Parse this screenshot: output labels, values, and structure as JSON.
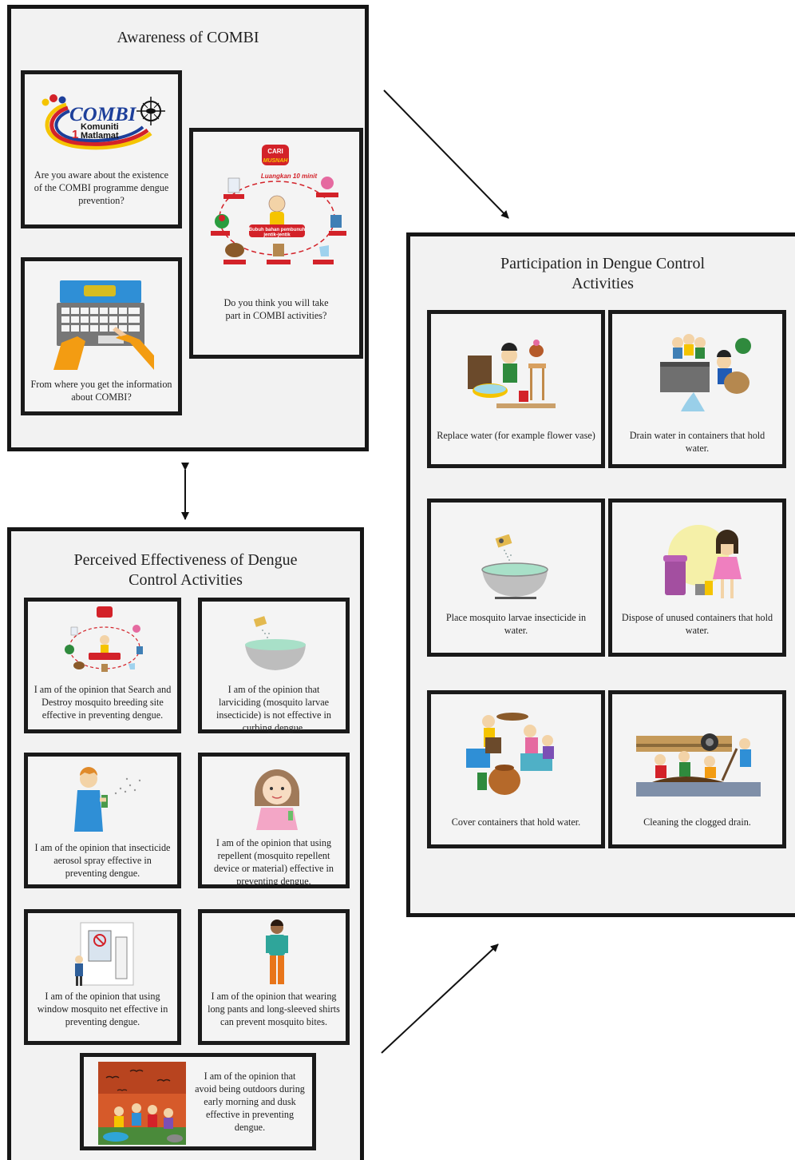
{
  "awareness": {
    "title": "Awareness of COMBI",
    "logo": {
      "brand": "COMBI",
      "line1": "Komuniti",
      "line2": "Matlamat",
      "number": "1"
    },
    "q1": "Are you aware about the existence of the COMBI programme dengue prevention?",
    "q2": "Do you think you will take part in COMBI activities?",
    "q3": "From where you get the information about COMBI?",
    "poster": {
      "badge_top": "CARI",
      "badge_bottom": "MUSNAH",
      "headline": "Luangkan 10 minit",
      "center_line1": "Bubuh bahan pembunuh",
      "center_line2": "jentik-jentik"
    }
  },
  "participation": {
    "title": "Participation in Dengue Control Activities",
    "items": [
      "Replace water (for example flower vase)",
      "Drain water in containers that hold water.",
      "Place mosquito larvae insecticide in water.",
      "Dispose of unused containers that hold water.",
      "Cover containers that hold water.",
      "Cleaning the clogged drain."
    ]
  },
  "perceived": {
    "title": "Perceived Effectiveness of Dengue Control Activities",
    "items": [
      "I am of the opinion that Search and Destroy mosquito breeding site effective in preventing dengue.",
      "I am of the opinion that larviciding (mosquito larvae insecticide) is not effective in curbing dengue.",
      "I am of the opinion that insecticide aerosol spray effective in preventing dengue.",
      "I am of the opinion that using repellent (mosquito repellent device or material) effective in preventing dengue.",
      "I am of the opinion that using window mosquito net effective in preventing dengue.",
      "I am of the opinion that wearing long pants and long-sleeved shirts can prevent mosquito bites.",
      "I am of the opinion that avoid being outdoors during early morning and dusk effective in preventing dengue."
    ]
  },
  "colors": {
    "border": "#161616",
    "panel_bg": "#f2f2f2",
    "combi_blue": "#1d3f9a",
    "combi_red": "#d32229",
    "combi_yellow": "#f5c400"
  }
}
